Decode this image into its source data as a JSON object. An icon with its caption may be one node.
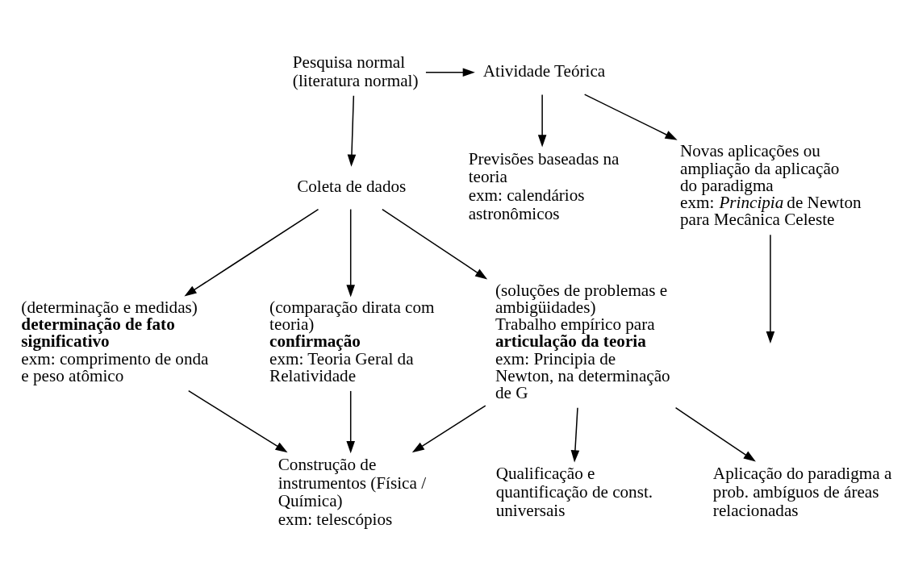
{
  "diagram": {
    "nodes": [
      {
        "text": [
          "Pesquisa normal (literatura normal)"
        ]
      },
      {
        "text": [
          "Atividade Teórica"
        ]
      },
      {
        "text": [
          "Coleta de dados"
        ]
      },
      {
        "text": [
          "Previsões baseadas na teoria",
          "exm: calendários astronômicos"
        ]
      },
      {
        "text": [
          "Novas aplicações ou ampliação da aplicação do paradigma",
          "exm: *Principia* de Newton para Mecânica Celeste"
        ]
      },
      {
        "text": [
          "(determinação e medidas)",
          "**determinação de fato significativo**",
          "exm: comprimento de onda e peso atômico"
        ]
      },
      {
        "text": [
          "(comparação dirata com teoria)",
          "**confirmação**",
          "exm: Teoria Geral da Relatividade"
        ]
      },
      {
        "text": [
          "(soluções de problemas e ambigüidades)",
          "Trabalho empírico para **articulação da teoria**",
          "exm: Principia de Newton, na determinação de G"
        ]
      },
      {
        "text": [
          "Construção de instrumentos (Física / Química)",
          "exm: telescópios"
        ]
      },
      {
        "text": [
          "Qualificação e quantificação de const. universais"
        ]
      },
      {
        "text": [
          "Aplicação do paradigma a prob. ambíguos de áreas relacionadas"
        ]
      }
    ],
    "edges": [
      {
        "from": 0,
        "to": 1,
        "arrow": "to"
      },
      {
        "from": 0,
        "to": 2,
        "arrow": "to"
      },
      {
        "from": 1,
        "to": 3,
        "arrow": "to"
      },
      {
        "from": 1,
        "to": 4,
        "arrow": "to"
      },
      {
        "from": 2,
        "to": 5,
        "arrow": "to"
      },
      {
        "from": 2,
        "to": 6,
        "arrow": "to"
      },
      {
        "from": 2,
        "to": 7,
        "arrow": "to"
      },
      {
        "from": 4,
        "to": null,
        "arrow": "to"
      },
      {
        "from": 5,
        "to": 8,
        "arrow": "to"
      },
      {
        "from": 6,
        "to": 8,
        "arrow": "to"
      },
      {
        "from": 7,
        "to": 8,
        "arrow": "to"
      },
      {
        "from": 7,
        "to": 9,
        "arrow": "to"
      },
      {
        "from": 7,
        "to": 10,
        "arrow": "to"
      }
    ]
  }
}
